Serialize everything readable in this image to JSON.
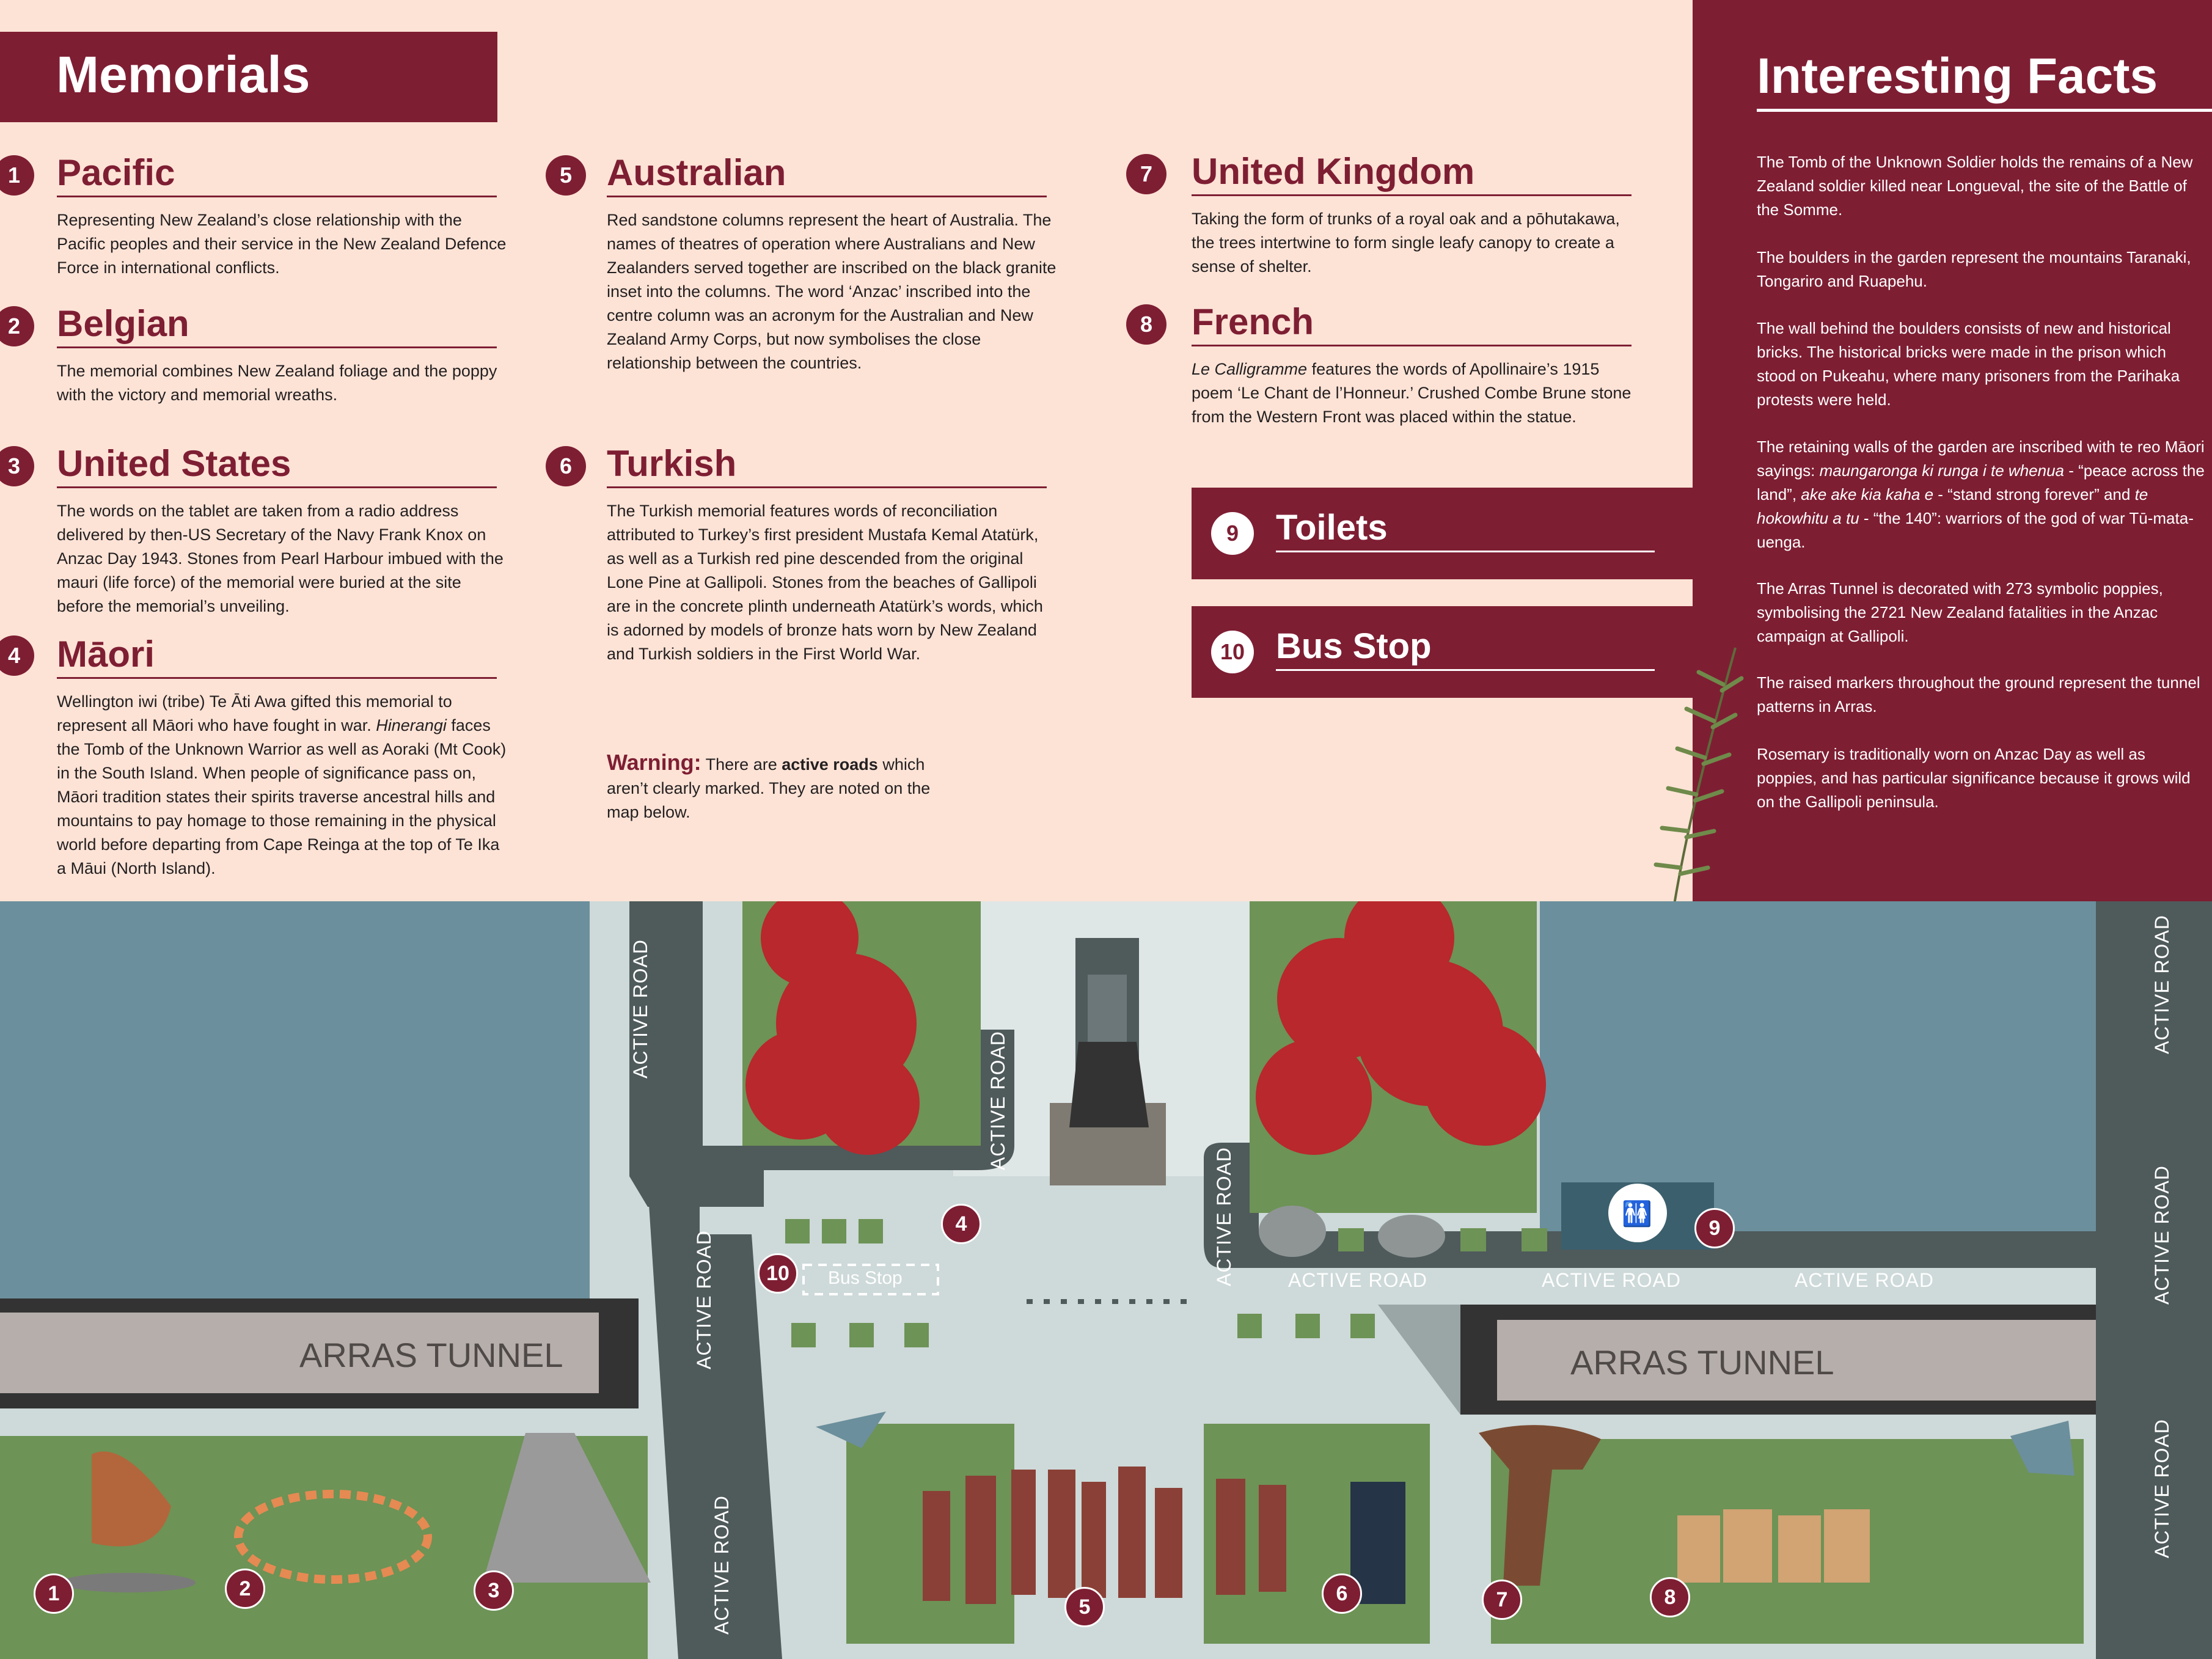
{
  "header": {
    "title": "Memorials"
  },
  "memorials": [
    {
      "num": "1",
      "name": "Pacific",
      "text": "Representing New Zealand’s close relationship with the Pacific peoples and their service in the New Zealand Defence Force in international conflicts."
    },
    {
      "num": "2",
      "name": "Belgian",
      "text": "The memorial combines New Zealand foliage and the poppy with the victory and memorial wreaths."
    },
    {
      "num": "3",
      "name": "United States",
      "text": "The words on the tablet are taken from a radio address delivered by then-US Secretary of the Navy Frank Knox on Anzac Day 1943. Stones from Pearl Harbour imbued with the mauri (life force) of the memorial were buried at the site before the memorial’s unveiling."
    },
    {
      "num": "4",
      "name": "Māori",
      "text_a": "Wellington iwi (tribe) Te Āti Awa gifted this memorial to represent all Māori who have fought in war. ",
      "text_em": "Hinerangi",
      "text_b": " faces the Tomb of the Unknown Warrior as well as Aoraki (Mt Cook) in the South Island. When people of significance pass on, Māori tradition states their spirits traverse ancestral hills and mountains to pay homage to those remaining in the physical world before departing from Cape Reinga at the top of Te Ika a Māui (North Island)."
    },
    {
      "num": "5",
      "name": "Australian",
      "text": "Red sandstone columns represent the heart of Australia. The names of theatres of operation where Australians and New Zealanders served together are inscribed on the black granite inset into the columns. The word ‘Anzac’ inscribed into the centre column was an acronym for the Australian and New Zealand Army Corps, but now symbolises the close relationship between the countries."
    },
    {
      "num": "6",
      "name": "Turkish",
      "text": "The Turkish memorial features words of reconciliation attributed to Turkey’s first president Mustafa Kemal Atatürk, as well as a Turkish red pine descended from the original Lone Pine at Gallipoli.  Stones from the beaches of Gallipoli are in the concrete plinth underneath Atatürk’s words, which is adorned by models of bronze hats worn by New Zealand and Turkish soldiers in the First World War."
    },
    {
      "num": "7",
      "name": "United Kingdom",
      "text": "Taking the form of trunks of a royal oak and a pōhutakawa, the trees intertwine to form single leafy canopy to create a sense of shelter."
    },
    {
      "num": "8",
      "name": "French",
      "text_em": "Le Calligramme",
      "text_b": " features the words of Apollinaire’s 1915 poem ‘Le Chant de l’Honneur.’ Crushed Combe Brune stone from the Western Front was placed within the statue."
    }
  ],
  "amenities": [
    {
      "num": "9",
      "label": "Toilets"
    },
    {
      "num": "10",
      "label": "Bus Stop"
    }
  ],
  "warning": {
    "label": "Warning:",
    "text_a": " There are ",
    "text_strong": "active roads",
    "text_b": " which aren’t clearly marked. They are noted on the map below."
  },
  "facts": {
    "title": "Interesting Facts",
    "items": [
      "The Tomb of the Unknown Soldier holds the remains of a New Zealand soldier killed near Longueval, the site of the Battle of the Somme.",
      "The boulders in the garden represent the mountains Taranaki, Tongariro and Ruapehu.",
      "The wall behind the boulders consists of new and historical bricks. The historical bricks were made in the prison which stood on Pukeahu, where many prisoners from the Parihaka protests were held.",
      "The Arras Tunnel is decorated with 273 symbolic poppies, symbolising the 2721 New Zealand fatalities in the Anzac campaign at Gallipoli.",
      "The raised markers throughout the ground represent the tunnel patterns in Arras.",
      "Rosemary is traditionally worn on Anzac Day as well as poppies, and has particular significance because it grows wild on the Gallipoli peninsula."
    ],
    "maori_intro": "The retaining walls of the garden are inscribed with te reo Māori sayings: ",
    "maori_s1": "maungaronga ki runga i te whenua",
    "maori_t1": " - “peace across the land”, ",
    "maori_s2": "ake ake kia kaha e",
    "maori_t2": " - “stand strong forever” and ",
    "maori_s3": "te hokowhitu a tu",
    "maori_t3": " - “the 140”: warriors of the god of war Tū-mata-uenga."
  },
  "map": {
    "road_label": "ACTIVE ROAD",
    "tunnel_label": "ARRAS TUNNEL",
    "bus_stop_label": "Bus Stop",
    "markers": [
      "1",
      "2",
      "3",
      "4",
      "5",
      "6",
      "7",
      "8",
      "9",
      "10"
    ],
    "icons": [
      "toilet-icon"
    ],
    "colors": {
      "maroon": "#7e1e33",
      "road": "#4f5a5b",
      "water": "#6b8f9c",
      "grass": "#6d9356",
      "path": "#ced9d9"
    }
  }
}
